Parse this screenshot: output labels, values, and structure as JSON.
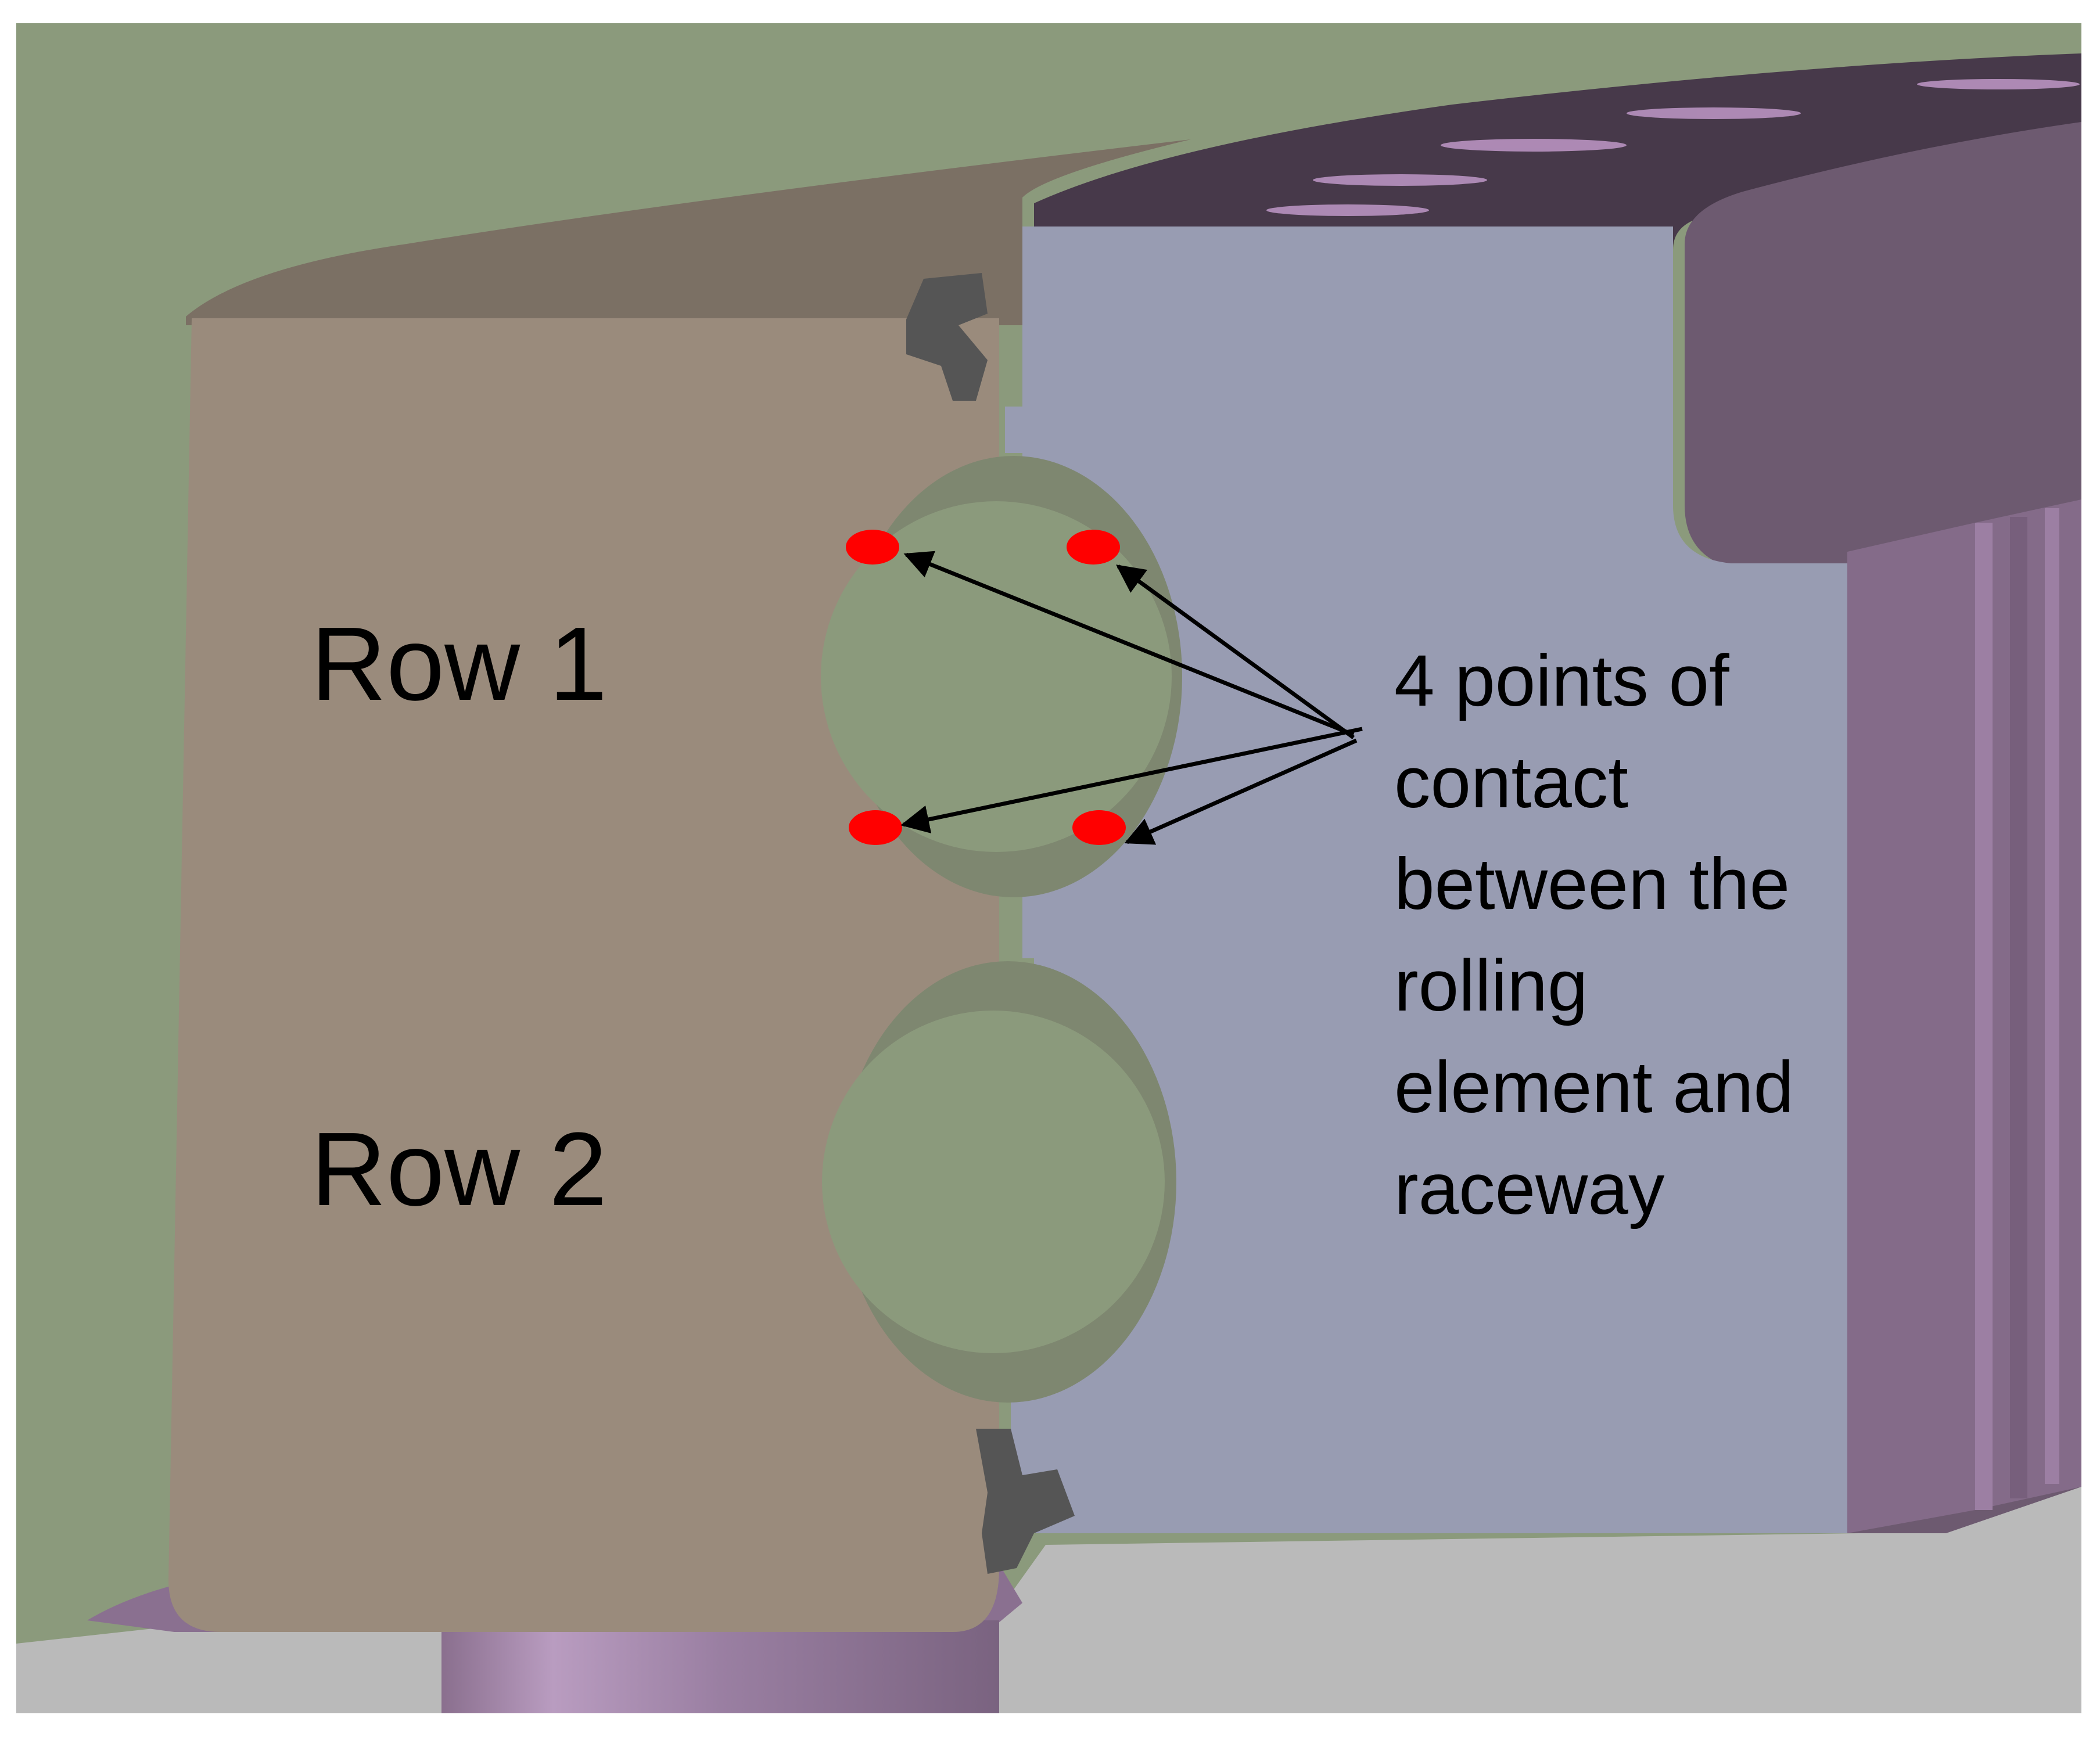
{
  "labels": {
    "row1": "Row 1",
    "row2": "Row 2"
  },
  "annotation": {
    "lines": [
      "4 points of",
      "contact",
      "between the",
      "rolling",
      "element and",
      "raceway"
    ]
  },
  "contact_points_count": 4,
  "colors": {
    "background": "#8b9a7c",
    "outer_ring": "#9a8b7c",
    "outer_ring_top": "#7b7064",
    "inner_ring": "#989cb2",
    "flange": "#6d5a70",
    "flange_dark": "#47394a",
    "flange_light": "#8a7090",
    "rolling_element": "#8b9a7c",
    "contact_point": "#ff0000",
    "floor": "#bababa",
    "seal": "#555555",
    "arrow": "#000000",
    "text": "#000000"
  }
}
